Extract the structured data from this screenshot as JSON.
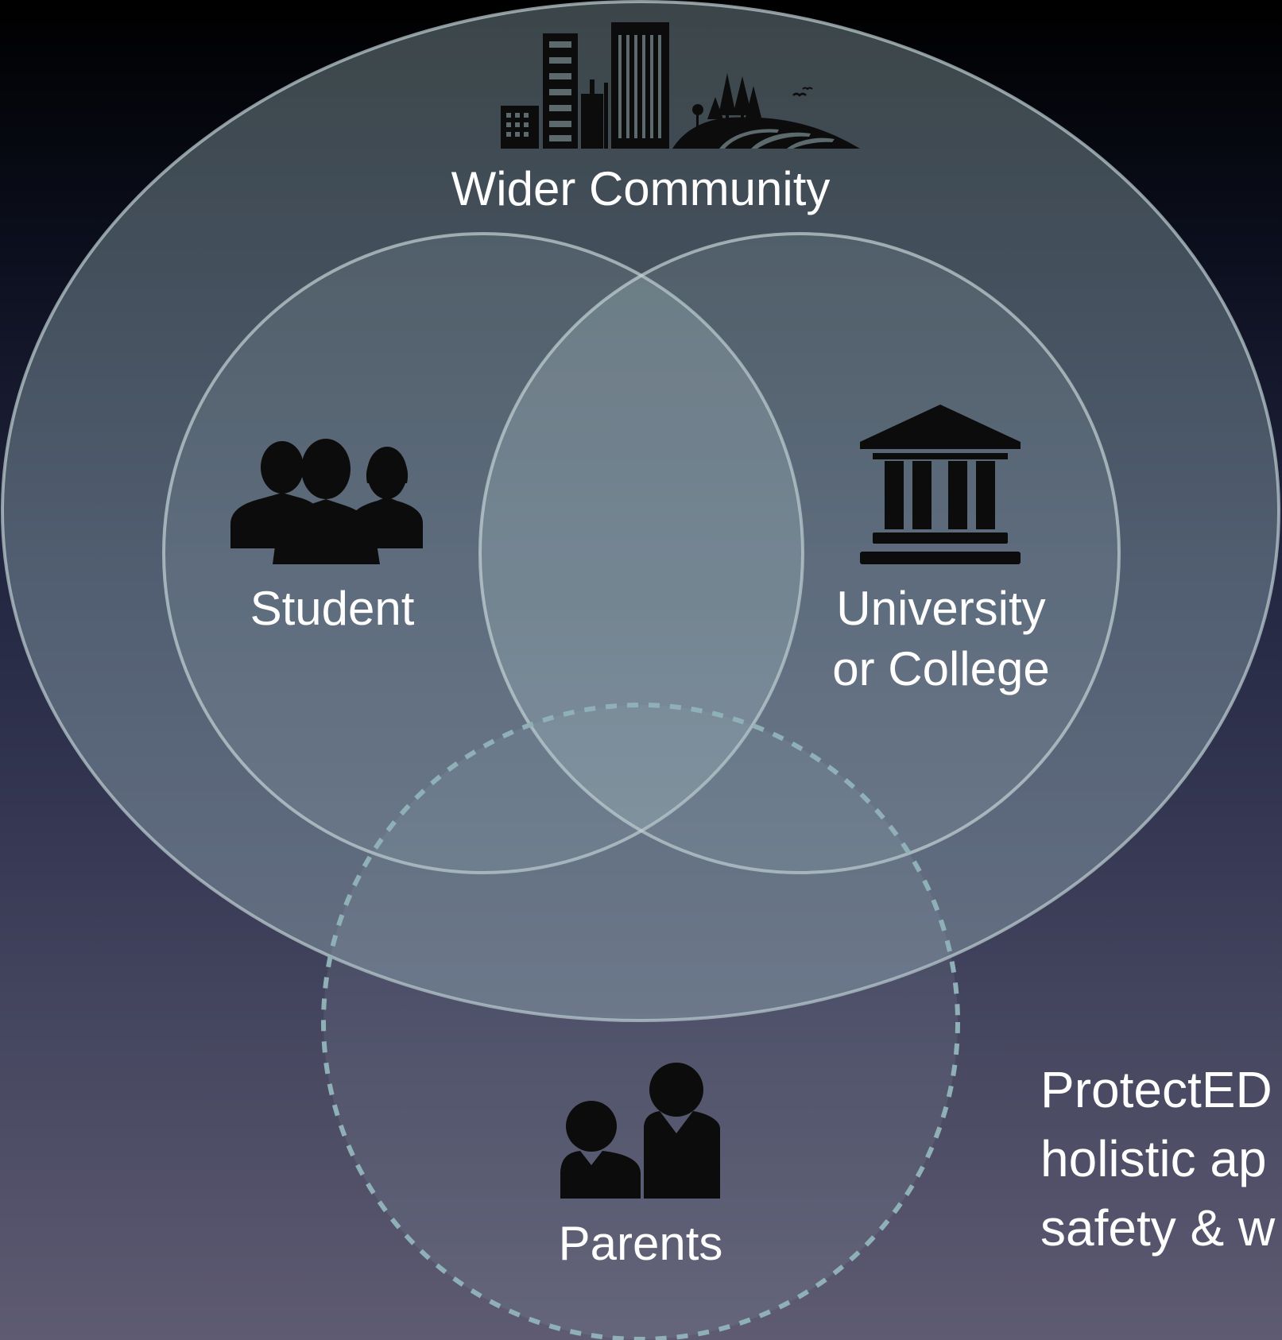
{
  "diagram": {
    "outer_label": "Wider Community",
    "student_label": "Student",
    "university_label_line1": "University",
    "university_label_line2": "or College",
    "parents_label": "Parents",
    "caption_lines": [
      "ProtectED",
      "holistic ap",
      "safety & w"
    ]
  },
  "icons": {
    "wider_community": "cityscape-icon",
    "student": "group-of-people-icon",
    "university": "classical-building-icon",
    "parents": "parents-icon"
  },
  "colors": {
    "circle_stroke": "#b8c8cc",
    "icon_fill": "#0c0c0c",
    "text": "#ffffff"
  }
}
